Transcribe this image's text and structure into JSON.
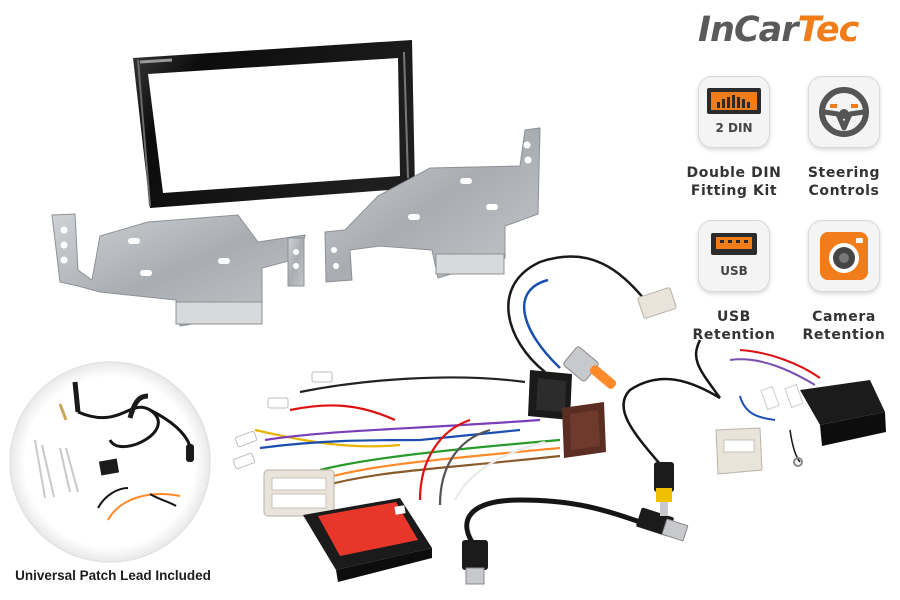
{
  "brand": {
    "part1": "InCar",
    "part2": "Tec"
  },
  "features": [
    {
      "id": "double-din",
      "line1": "Double DIN",
      "line2": "Fitting Kit",
      "icon": "double-din-icon",
      "badge": "2 DIN"
    },
    {
      "id": "steering",
      "line1": "Steering",
      "line2": "Controls",
      "icon": "steering-wheel-icon"
    },
    {
      "id": "usb",
      "line1": "USB",
      "line2": "Retention",
      "icon": "usb-icon",
      "badge": "USB"
    },
    {
      "id": "camera",
      "line1": "Camera",
      "line2": "Retention",
      "icon": "camera-icon"
    }
  ],
  "patch_lead": {
    "caption": "Universal Patch Lead Included"
  },
  "colors": {
    "brand_grey": "#5a5a5a",
    "brand_orange": "#f07d1a",
    "frame_black": "#111111",
    "bracket_steel": "#b9bcbf",
    "interface_red": "#e8362b",
    "plug_beige": "#e9e3da"
  }
}
